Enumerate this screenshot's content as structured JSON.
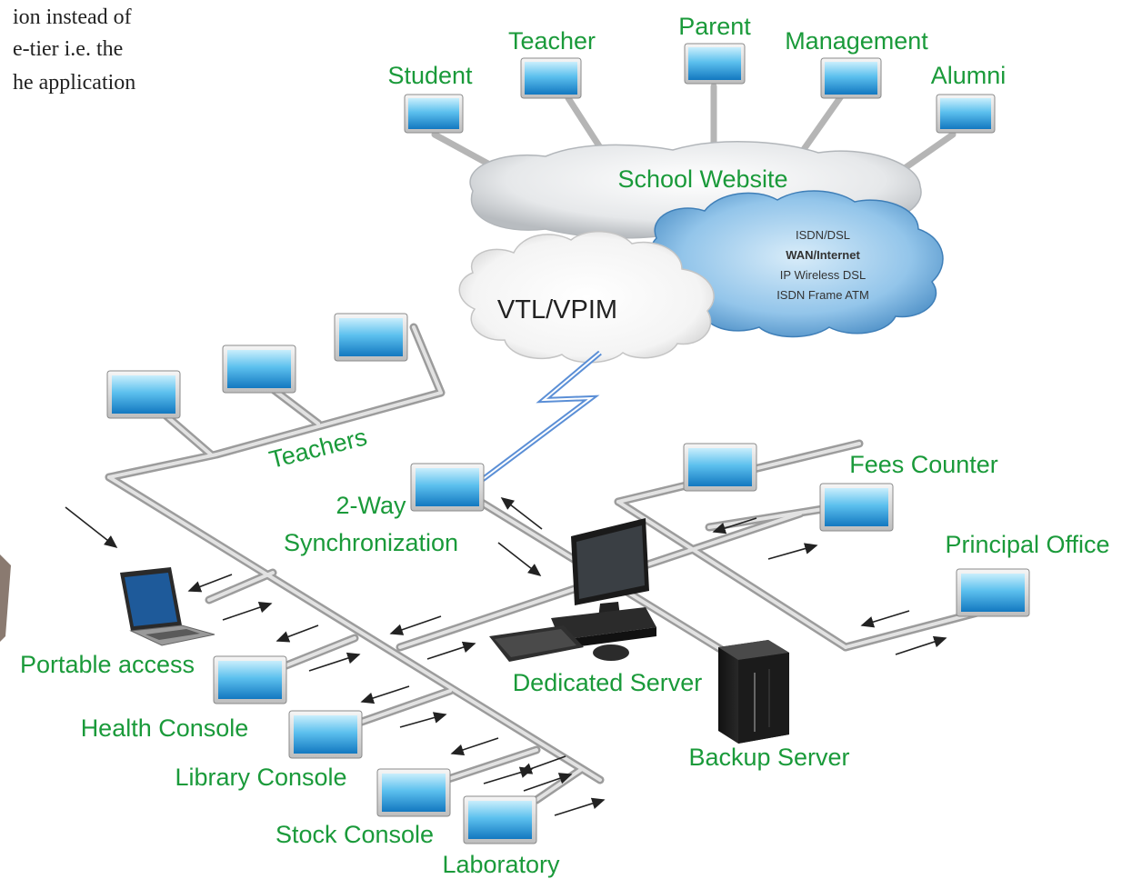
{
  "colors": {
    "label": "#1a9a3a",
    "cable": "#b9b9b9",
    "screen_light": "#bfe9fb",
    "screen_dark": "#1f8fd0",
    "cloud_blue": "#6aaedc",
    "lightning": "#5b8fd6"
  },
  "page_text": {
    "line1": "ion instead of",
    "line2": "e-tier  i.e.  the",
    "line3": "he application"
  },
  "internet": {
    "users": [
      "Student",
      "Teacher",
      "Parent",
      "Management",
      "Alumni"
    ],
    "website_label": "School Website",
    "wan_lines": [
      "ISDN/DSL",
      "WAN/Internet",
      "IP  Wireless DSL",
      "ISDN Frame ATM"
    ],
    "vtl_label": "VTL/VPIM"
  },
  "network": {
    "teachers_label": "Teachers",
    "sync_label_1": "2-Way",
    "sync_label_2": "Synchronization",
    "fees_label": "Fees Counter",
    "principal_label": "Principal Office",
    "portable_label": "Portable access",
    "health_label": "Health Console",
    "library_label": "Library Console",
    "stock_label": "Stock Console",
    "lab_label": "Laboratory",
    "server_label": "Dedicated Server",
    "backup_label": "Backup Server"
  }
}
